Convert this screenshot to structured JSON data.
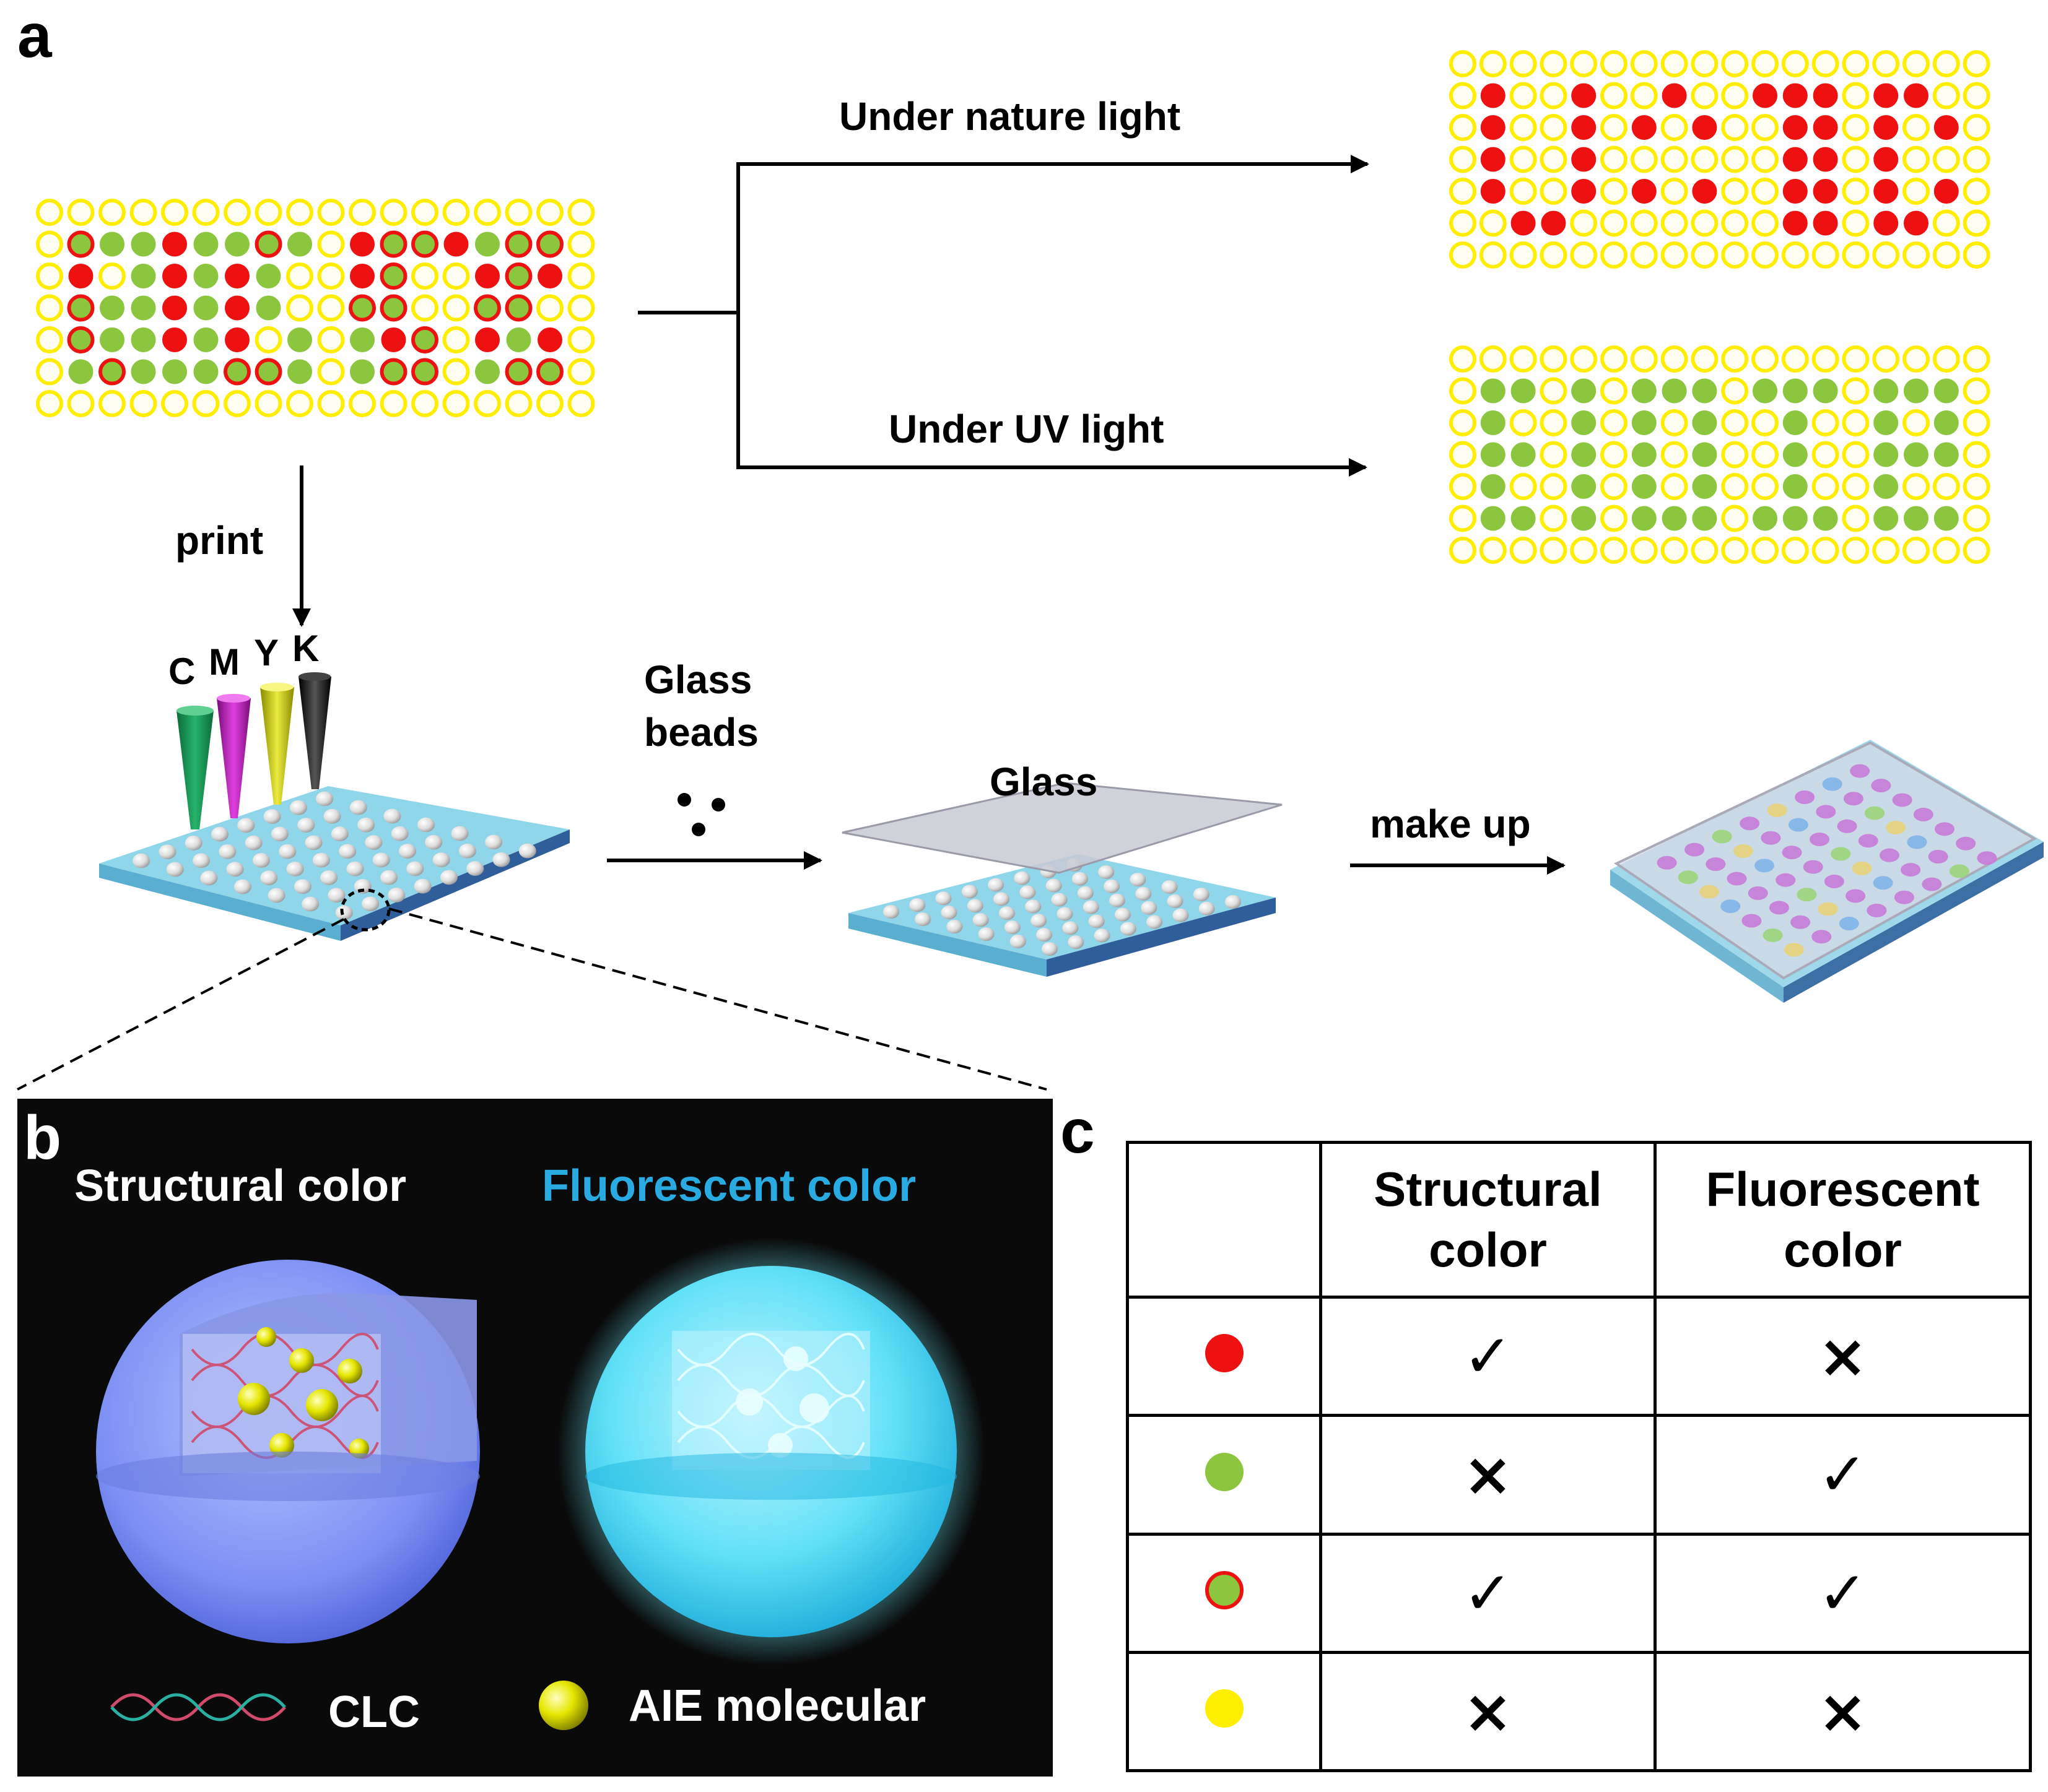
{
  "panel_labels": {
    "a": "a",
    "b": "b",
    "c": "c"
  },
  "panel_a": {
    "branch_top_label": "Under nature light",
    "branch_bottom_label": "Under UV light",
    "print_label": "print",
    "cmyk": [
      "C",
      "M",
      "Y",
      "K"
    ],
    "glass_beads_label": [
      "Glass",
      "beads"
    ],
    "glass_label": "Glass",
    "make_up_label": "make up"
  },
  "panel_b": {
    "structural_title": "Structural color",
    "fluorescent_title": "Fluorescent color",
    "clc_label": "CLC",
    "aie_label": "AIE molecular"
  },
  "panel_c": {
    "headers": [
      [
        "Structural",
        "color"
      ],
      [
        "Fluorescent",
        "color"
      ]
    ],
    "rows": [
      {
        "dot": "red",
        "structural": "✓",
        "fluorescent": "×"
      },
      {
        "dot": "green",
        "structural": "×",
        "fluorescent": "✓"
      },
      {
        "dot": "green-red-ring",
        "structural": "✓",
        "fluorescent": "✓"
      },
      {
        "dot": "yellow",
        "structural": "×",
        "fluorescent": "×"
      }
    ]
  },
  "colors": {
    "red": "#ee1111",
    "green": "#8cc63f",
    "yellow": "#ffee00",
    "dot_fill": "#fdfdf2",
    "cyan_text": "#29abe2",
    "substrate": "#87d3e8"
  }
}
